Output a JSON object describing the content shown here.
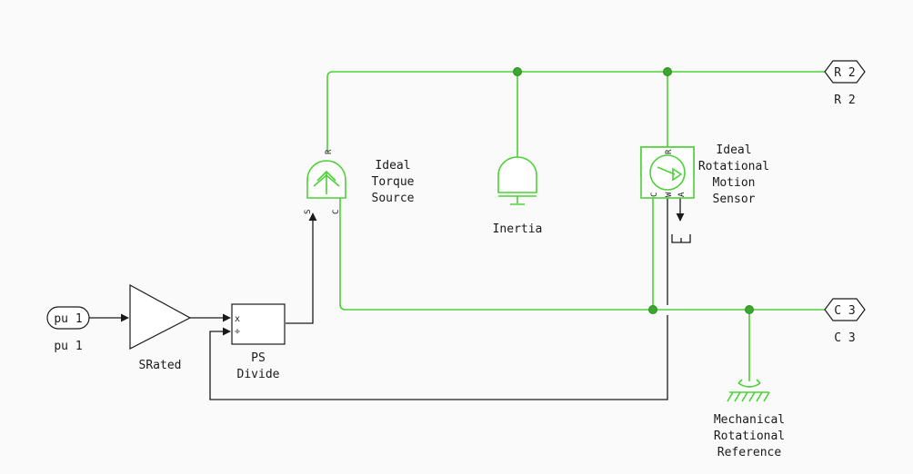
{
  "blocks": {
    "inport_pu1": {
      "symbol": "pu 1",
      "label": "pu 1"
    },
    "gain": {
      "label": "SRated"
    },
    "divide": {
      "label_line1": "PS",
      "label_line2": "Divide",
      "port_x": "x",
      "port_div": "÷"
    },
    "torque_source": {
      "label_line1": "Ideal",
      "label_line2": "Torque",
      "label_line3": "Source",
      "port_r": "R",
      "port_s": "S",
      "port_c": "C"
    },
    "inertia": {
      "label": "Inertia"
    },
    "motion_sensor": {
      "label_line1": "Ideal",
      "label_line2": "Rotational",
      "label_line3": "Motion",
      "label_line4": "Sensor",
      "port_r": "R",
      "port_c": "C",
      "port_w": "W",
      "port_a": "A"
    },
    "conn_r2": {
      "symbol": "R 2",
      "label": "R 2"
    },
    "conn_c3": {
      "symbol": "C 3",
      "label": "C 3"
    },
    "mech_ref": {
      "label_line1": "Mechanical",
      "label_line2": "Rotational",
      "label_line3": "Reference"
    }
  },
  "colors": {
    "physical_line": "#4cd137",
    "signal_line": "#1a1a1a",
    "background": "#fafafa"
  }
}
